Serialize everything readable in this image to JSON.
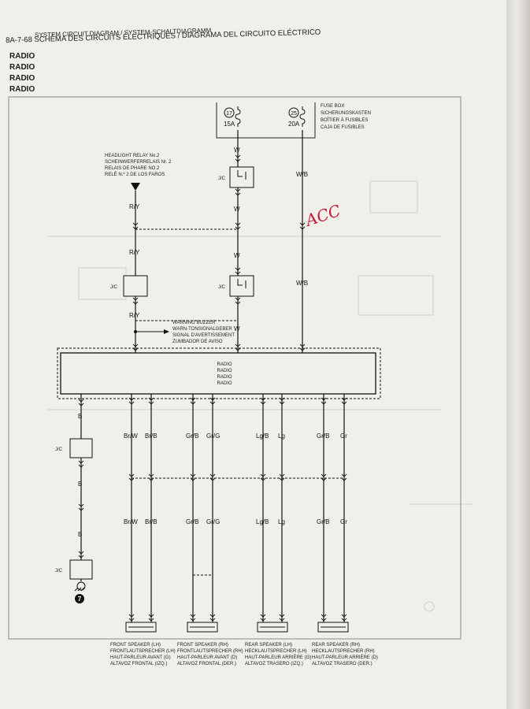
{
  "header": {
    "line1": "SYSTEM CIRCUIT DIAGRAM / SYSTEM-SCHALTDIAGRAMM",
    "page_code": "8A-7-68",
    "line2": "SCHÉMA DES CIRCUITS ÉLECTRIQUES / DIAGRAMA DEL CIRCUITO ELÉCTRICO"
  },
  "titles": [
    "RADIO",
    "RADIO",
    "RADIO",
    "RADIO"
  ],
  "fuse_box": {
    "labels": [
      "FUSE BOX",
      "SICHERUNGSKASTEN",
      "BOÎTIER À FUSIBLES",
      "CAJA DE FUSIBLES"
    ],
    "fuses": [
      {
        "number": "17",
        "rating": "15A"
      },
      {
        "number": "25",
        "rating": "20A"
      }
    ]
  },
  "headlight_relay": [
    "HEADLIGHT RELAY No.2",
    "SCHEINWERFERRELAIS Nr. 2",
    "RELAIS DE PHARE NO.2",
    "RELÉ N.º 2 DE LOS FAROS"
  ],
  "warning_buzzer": [
    "WARNING BUZZER",
    "WARN-TONSIGNALGEBER",
    "SIGNAL D'AVERTISSEMENT",
    "ZUMBADOR DE AVISO"
  ],
  "radio_unit": [
    "RADIO",
    "RADIO",
    "RADIO",
    "RADIO"
  ],
  "jc_label": "J/C",
  "wires": {
    "w": "W",
    "wb": "W/B",
    "ry": "R/Y",
    "b": "B",
    "br_w": "Br/W",
    "br_b": "Br/B",
    "gr_b": "Gr/B",
    "gr_g": "Gr/G",
    "lg_b": "Lg/B",
    "lg": "Lg",
    "gr": "Gr"
  },
  "ground_number": "7",
  "handwritten_note": "ACC",
  "speakers": [
    [
      "FRONT SPEAKER (LH)",
      "FRONTLAUTSPRECHER (LH)",
      "HAUT-PARLEUR AVANT (G)",
      "ALTAVOZ FRONTAL (IZQ.)"
    ],
    [
      "FRONT SPEAKER (RH)",
      "FRONTLAUTSPRECHER (RH)",
      "HAUT-PARLEUR AVANT (D)",
      "ALTAVOZ FRONTAL (DER.)"
    ],
    [
      "REAR SPEAKER (LH)",
      "HECKLAUTSPRECHER (LH)",
      "HAUT-PARLEUR ARRIÈRE (G)",
      "ALTAVOZ TRASERO (IZQ.)"
    ],
    [
      "REAR SPEAKER (RH)",
      "HECKLAUTSPRECHER (RH)",
      "HAUT-PARLEUR ARRIÈRE (D)",
      "ALTAVOZ TRASERO (DER.)"
    ]
  ]
}
